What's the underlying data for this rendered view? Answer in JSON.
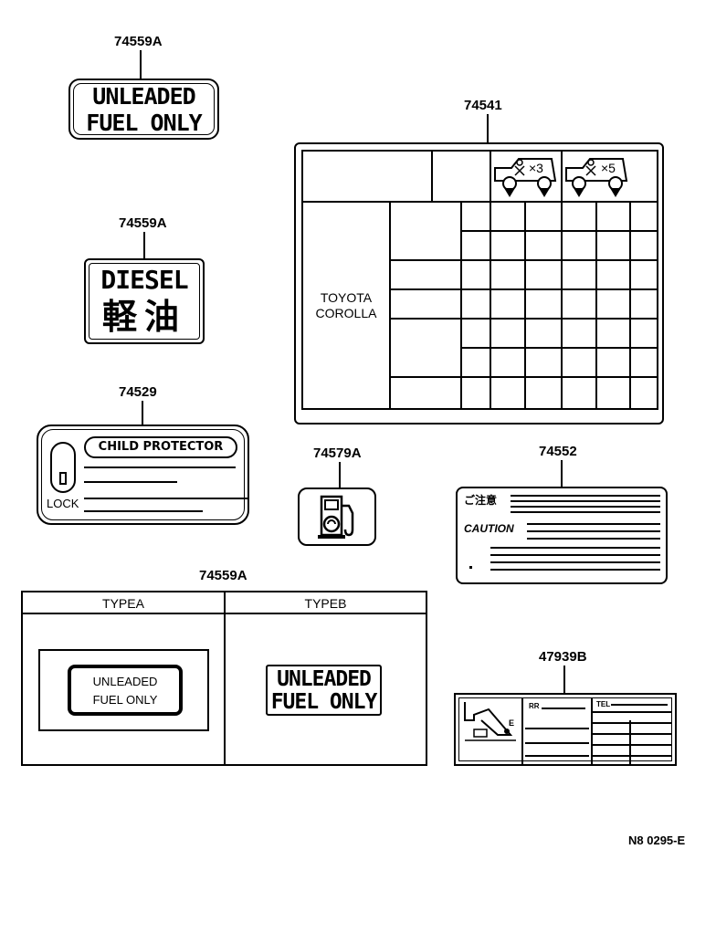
{
  "parts": {
    "p1": "74559A",
    "p2": "74541",
    "p3": "74559A",
    "p4": "74529",
    "p5": "74579A",
    "p6": "74552",
    "p7": "74559A",
    "p8": "47939B"
  },
  "labels": {
    "unleaded_line1": "UNLEADED",
    "unleaded_line2": "FUEL ONLY",
    "diesel_en": "DIESEL",
    "diesel_jp": "軽油",
    "child_protector": "CHILD PROTECTOR",
    "lock": "LOCK",
    "tire_model_line1": "TOYOTA",
    "tire_model_line2": "COROLLA",
    "tire_x3": "×3",
    "tire_x5": "×5",
    "caution_jp": "ご注意",
    "caution_en": "CAUTION",
    "type_a": "TYPEA",
    "type_b": "TYPEB",
    "type_a_line1": "UNLEADED",
    "type_a_line2": "FUEL ONLY",
    "type_b_line1": "UNLEADED",
    "type_b_line2": "FUEL ONLY",
    "jack_label_a": "RR",
    "jack_label_b": "TEL",
    "jack_marker": "E"
  },
  "figure_code": "N8 0295-E"
}
